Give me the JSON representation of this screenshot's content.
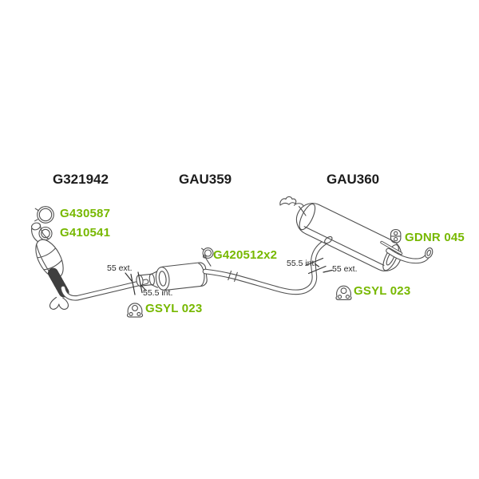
{
  "page": {
    "background_color": "#ffffff"
  },
  "colors": {
    "part_link_green": "#77b800",
    "line_art": "#4f4f4f",
    "title_text": "#1c1c1c",
    "dimension_text": "#2a2a2a"
  },
  "sections": {
    "front": {
      "title": "G321942"
    },
    "middle": {
      "title": "GAU359"
    },
    "rear": {
      "title": "GAU360"
    }
  },
  "part_labels": {
    "front_clamp": "G430587",
    "front_gasket": "G410541",
    "middle_clamp": "G420512x2",
    "rear_hanger": "GDNR 045",
    "middle_mount": "GSYL 023",
    "rear_mount": "GSYL 023"
  },
  "dimensions": {
    "front_pipe_ext": "55 ext.",
    "front_pipe_int": "55.5 int.",
    "rear_pipe_int": "55.5 int.",
    "rear_pipe_ext": "55 ext."
  },
  "icons": {
    "front_clamp": "pipe-clamp-icon",
    "front_gasket": "gasket-ring-icon",
    "middle_clamp": "pipe-clamp-icon",
    "rear_hanger": "rubber-hanger-icon",
    "middle_mount": "rubber-mount-icon",
    "rear_mount": "rubber-mount-icon"
  }
}
